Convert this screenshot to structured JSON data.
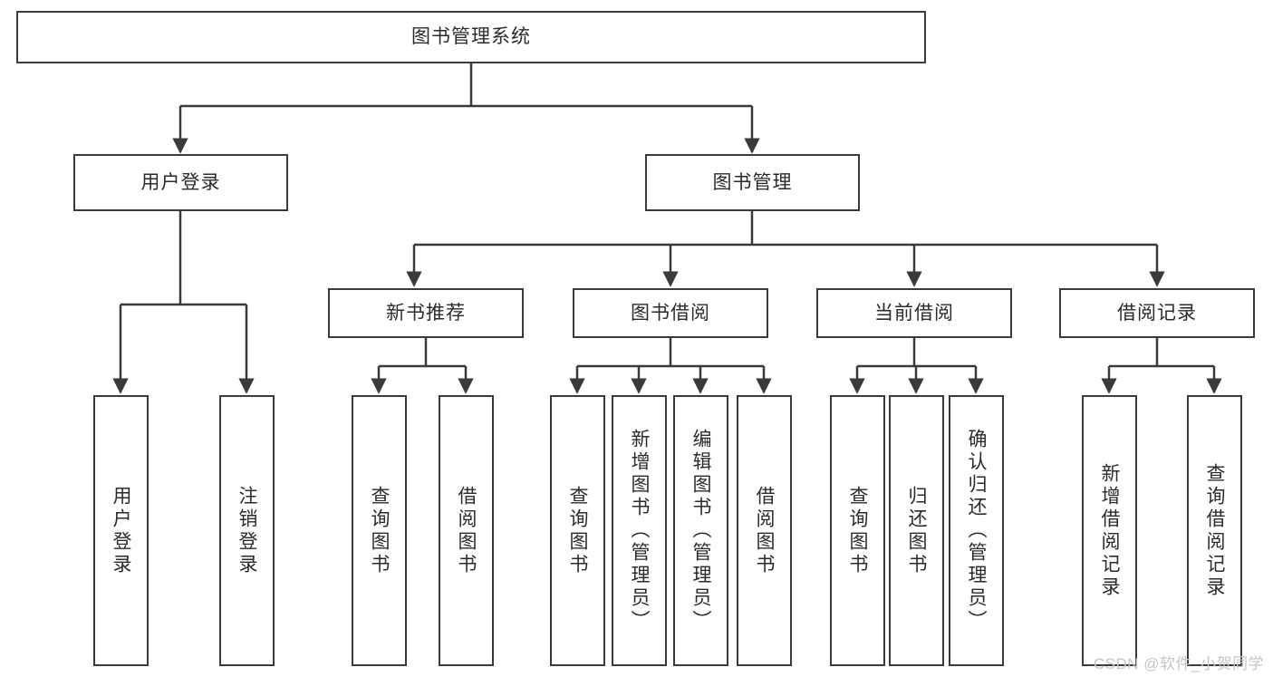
{
  "diagram": {
    "type": "tree-hierarchy-chart",
    "title": "图书管理系统",
    "watermark": "CSDN @软件_小贺同学",
    "colors": {
      "box_border": "#3a3a3a",
      "box_fill": "#ffffff",
      "connector": "#3a3a3a",
      "text": "#2b2b2b",
      "watermark": "#c6c6c6",
      "background": "#ffffff"
    },
    "root": {
      "label": "图书管理系统"
    },
    "level2": [
      {
        "id": "user-login",
        "label": "用户登录"
      },
      {
        "id": "book-management",
        "label": "图书管理"
      }
    ],
    "level3": [
      {
        "id": "new-book-recommend",
        "label": "新书推荐",
        "parent": "book-management"
      },
      {
        "id": "book-borrow",
        "label": "图书借阅",
        "parent": "book-management"
      },
      {
        "id": "current-borrow",
        "label": "当前借阅",
        "parent": "book-management"
      },
      {
        "id": "borrow-record",
        "label": "借阅记录",
        "parent": "book-management"
      }
    ],
    "leaves": {
      "user-login": [
        {
          "id": "leaf-user-login",
          "label": "用户登录"
        },
        {
          "id": "leaf-user-logout",
          "label": "注销登录"
        }
      ],
      "new-book-recommend": [
        {
          "id": "leaf-query-book-1",
          "label": "查询图书"
        },
        {
          "id": "leaf-borrow-book-1",
          "label": "借阅图书"
        }
      ],
      "book-borrow": [
        {
          "id": "leaf-query-book-2",
          "label": "查询图书"
        },
        {
          "id": "leaf-add-book",
          "label": "新增图书（管理员）"
        },
        {
          "id": "leaf-edit-book",
          "label": "编辑图书（管理员）"
        },
        {
          "id": "leaf-borrow-book-2",
          "label": "借阅图书"
        }
      ],
      "current-borrow": [
        {
          "id": "leaf-query-book-3",
          "label": "查询图书"
        },
        {
          "id": "leaf-return-book",
          "label": "归还图书"
        },
        {
          "id": "leaf-confirm-return",
          "label": "确认归还（管理员）"
        }
      ],
      "borrow-record": [
        {
          "id": "leaf-add-record",
          "label": "新增借阅记录"
        },
        {
          "id": "leaf-query-record",
          "label": "查询借阅记录"
        }
      ]
    }
  }
}
